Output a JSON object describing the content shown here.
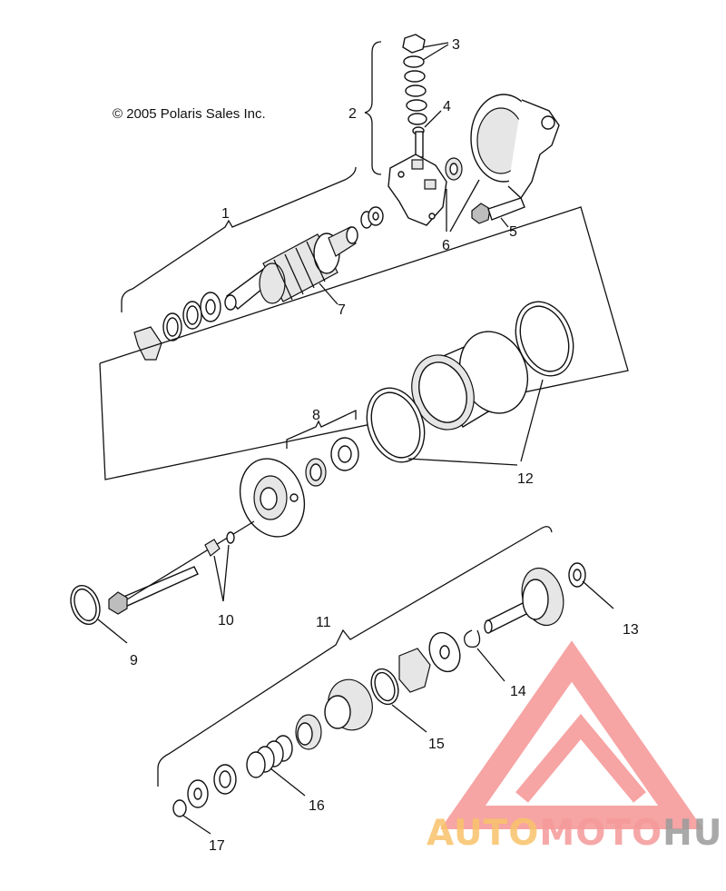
{
  "copyright": "© 2005 Polaris Sales Inc.",
  "callouts": {
    "c1": "1",
    "c2": "2",
    "c3": "3",
    "c4": "4",
    "c5": "5",
    "c6": "6",
    "c7": "7",
    "c8": "8",
    "c9": "9",
    "c10": "10",
    "c11": "11",
    "c12": "12",
    "c13": "13",
    "c14": "14",
    "c15": "15",
    "c16": "16",
    "c17": "17"
  },
  "watermark": {
    "part1": "AUTO",
    "part2": "MOTO",
    "part3": "HUB",
    "colors": {
      "part1": "#f9c36b",
      "part2": "#f59a9a",
      "part3": "#9b9b9b",
      "logo": "#f58e8e"
    }
  }
}
